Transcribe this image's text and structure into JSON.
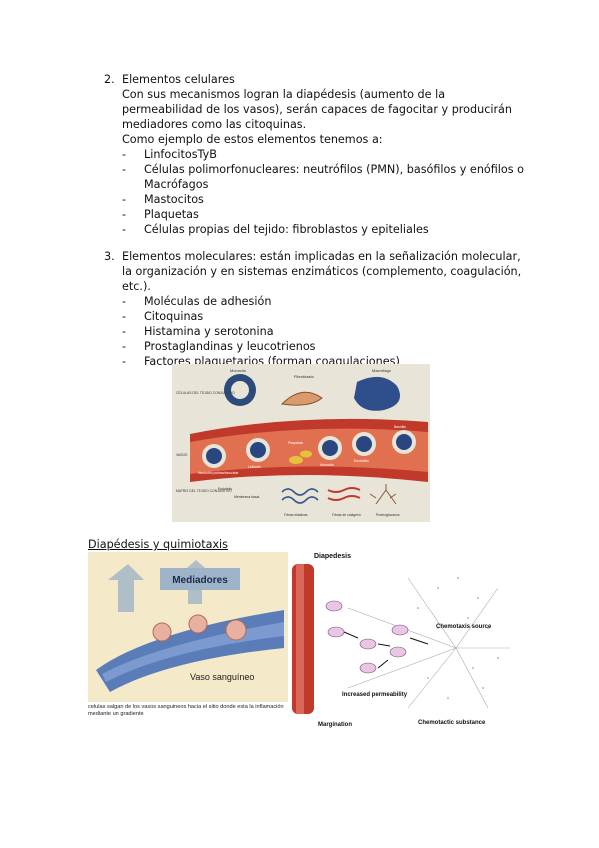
{
  "section2": {
    "number": "2.",
    "title": "Elementos celulares",
    "para1": "Con sus mecanismos logran la diapédesis (aumento de la permeabilidad de los vasos), serán capaces de fagocitar y producirán mediadores como las citoquinas.",
    "para2": "Como ejemplo de estos elementos tenemos a:",
    "items": [
      "LinfocitosTyB",
      "Células polimorfonucleares: neutrófilos (PMN), basófilos y enófilos o Macrófagos",
      "Mastocitos",
      "Plaquetas",
      "Células propias del tejido: fibroblastos y epiteliales"
    ]
  },
  "section3": {
    "number": "3.",
    "para": "Elementos moleculares: están implicadas en la señalización molecular, la organización y en sistemas enzimáticos (complemento, coagulación, etc.).",
    "items": [
      "Moléculas de adhesión",
      "Citoquinas",
      "Histamina y serotonina",
      "Prostaglandinas y leucotrienos",
      "Factores plaquetarios (forman coagulaciones)"
    ]
  },
  "figure1": {
    "labels": {
      "monocito": "Monocito",
      "fibroblasto": "Fibroblasto",
      "macrofago": "Macrófago",
      "celulas_tejido": "CÉLULAS DEL TEJIDO CONJUNTIVO",
      "vasos": "VASOS",
      "matriz": "MATRIZ DEL TEJIDO CONJUNTIVO",
      "neutrofilo": "Neutrófilo polimorfonuclear",
      "linfocito": "Linfocito",
      "plaquetas": "Plaquetas",
      "monocito2": "Monocito",
      "eosinofilo": "Eosinófilo",
      "basofilo": "Basófilo",
      "endotelio": "Endotelio",
      "membrana": "Membrana basal",
      "fibras_elasticas": "Fibras elásticas",
      "fibras_colageno": "Fibras de colágeno",
      "proteoglucanos": "Proteoglucanos"
    }
  },
  "heading": "Diapédesis y quimiotaxis",
  "figure2": {
    "mediadores": "Mediadores",
    "vaso": "Vaso sanguíneo",
    "caption": "celulas salgan de los vasos sanguineos hacia el sitio donde esta la inflamación mediante un gradiente"
  },
  "figure3": {
    "diapedesis": "Diapedesis",
    "chemotaxis": "Chemotaxis source",
    "increased": "Increased permeability",
    "margination": "Margination",
    "chemotactic": "Chemotactic substance"
  },
  "colors": {
    "vessel_red": "#c0392b",
    "mediadores_box": "#9fb3c8",
    "tissue_blue": "#3a5a8c"
  }
}
